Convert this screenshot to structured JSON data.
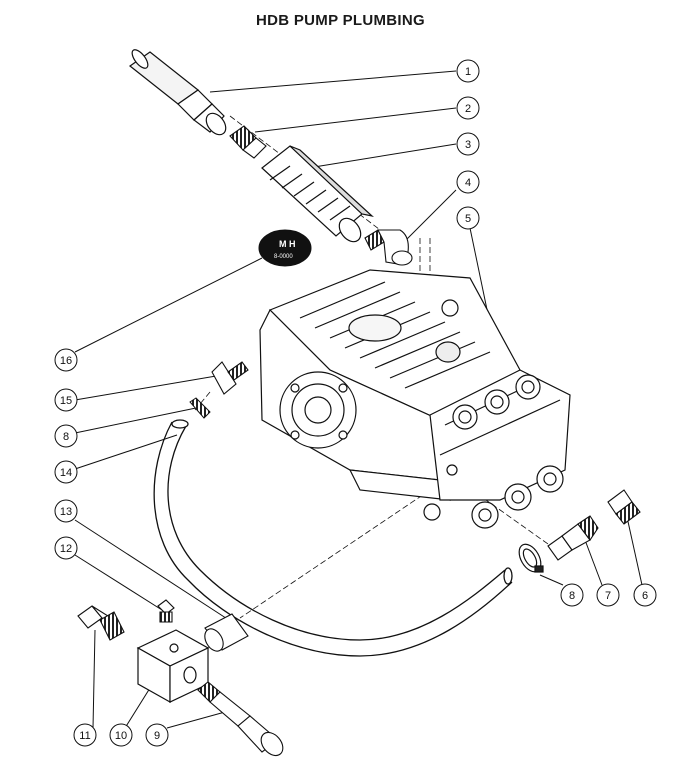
{
  "title": "HDB PUMP PLUMBING",
  "nameplate_text": [
    "M",
    "H",
    "8-0000"
  ],
  "callouts": [
    {
      "id": "callout-1",
      "label": "1"
    },
    {
      "id": "callout-2",
      "label": "2"
    },
    {
      "id": "callout-3",
      "label": "3"
    },
    {
      "id": "callout-4",
      "label": "4"
    },
    {
      "id": "callout-5",
      "label": "5"
    },
    {
      "id": "callout-6",
      "label": "6"
    },
    {
      "id": "callout-7",
      "label": "7"
    },
    {
      "id": "callout-8a",
      "label": "8"
    },
    {
      "id": "callout-8b",
      "label": "8"
    },
    {
      "id": "callout-9",
      "label": "9"
    },
    {
      "id": "callout-10",
      "label": "10"
    },
    {
      "id": "callout-11",
      "label": "11"
    },
    {
      "id": "callout-12",
      "label": "12"
    },
    {
      "id": "callout-13",
      "label": "13"
    },
    {
      "id": "callout-14",
      "label": "14"
    },
    {
      "id": "callout-15",
      "label": "15"
    },
    {
      "id": "callout-16",
      "label": "16"
    }
  ]
}
